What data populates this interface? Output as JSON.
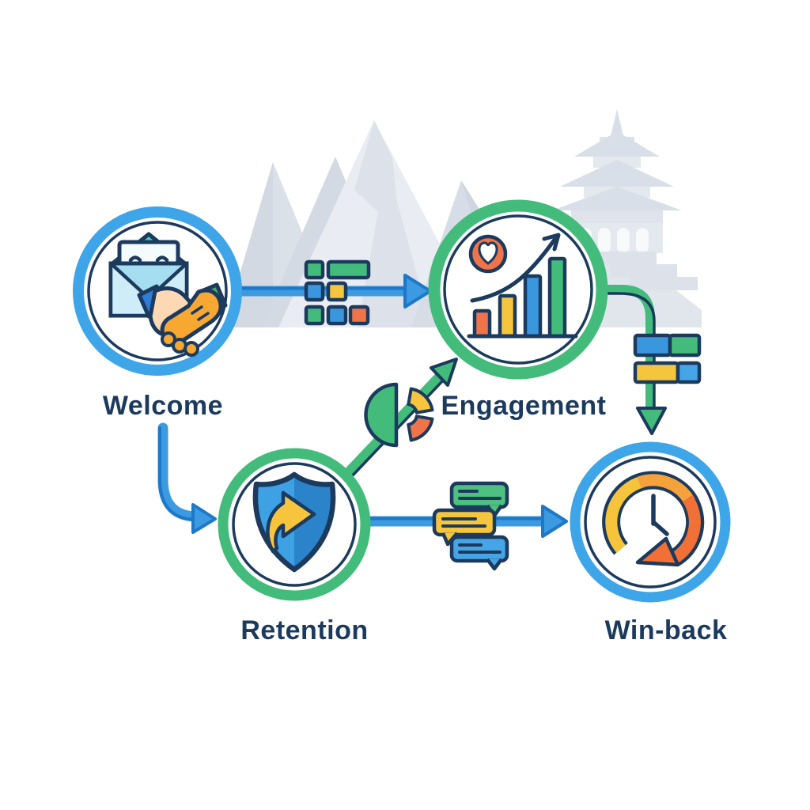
{
  "diagram": {
    "type": "customer-lifecycle-flow",
    "nodes": [
      {
        "id": "welcome",
        "label": "Welcome",
        "icon": "welcome-envelope-handshake-icon",
        "ring_color": "#3DA5E8"
      },
      {
        "id": "engagement",
        "label": "Engagement",
        "icon": "engagement-growth-chart-icon",
        "ring_color": "#43BC7B"
      },
      {
        "id": "retention",
        "label": "Retention",
        "icon": "retention-shield-arrow-icon",
        "ring_color": "#43BC7B"
      },
      {
        "id": "win_back",
        "label": "Win-back",
        "icon": "win-back-clock-restore-icon",
        "ring_color": "#3DA5E8"
      }
    ],
    "edges": [
      {
        "from": "Welcome",
        "to": "Engagement",
        "style": "blue-arrow",
        "decoration": "kanban-squares"
      },
      {
        "from": "Welcome",
        "to": "Retention",
        "style": "blue-arrow",
        "decoration": null
      },
      {
        "from": "Retention",
        "to": "Engagement",
        "style": "green-arrow",
        "decoration": "pie-chart"
      },
      {
        "from": "Engagement",
        "to": "Win-back",
        "style": "green-arrow",
        "decoration": "task-bars"
      },
      {
        "from": "Retention",
        "to": "Win-back",
        "style": "blue-arrow",
        "decoration": "chat-bubbles"
      }
    ],
    "background_elements": [
      "mountains",
      "pagoda-temple"
    ]
  },
  "colors": {
    "blue": "#3DA5E8",
    "blue_dark": "#1E78C8",
    "green": "#43BC7B",
    "yellow": "#F5C53D",
    "orange": "#F0744A",
    "outline_navy": "#1C3A5E",
    "label_text": "#1C3A5E",
    "background_gray": "#E2E7EE",
    "canvas": "#FFFFFF"
  }
}
